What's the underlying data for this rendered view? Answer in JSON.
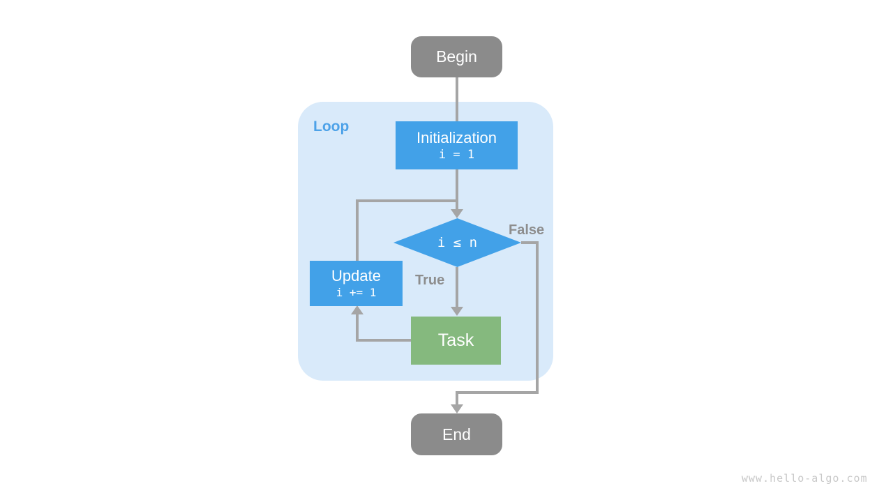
{
  "diagram": {
    "title_context": "loop flowchart",
    "loop_container": {
      "label": "Loop"
    },
    "nodes": {
      "begin": {
        "label": "Begin"
      },
      "initialization": {
        "title": "Initialization",
        "code": "i = 1"
      },
      "condition": {
        "code": "i ≤ n"
      },
      "update": {
        "title": "Update",
        "code": "i += 1"
      },
      "task": {
        "label": "Task"
      },
      "end": {
        "label": "End"
      }
    },
    "edge_labels": {
      "true_branch": "True",
      "false_branch": "False"
    },
    "watermark": "www.hello-algo.com",
    "colors": {
      "terminal_node_gray": "#8b8b8b",
      "process_node_blue": "#42a1e8",
      "task_node_green": "#85b97e",
      "loop_container_blue": "#d9eafa",
      "loop_label_blue": "#4da2e8",
      "edge_line_gray": "#a5a5a5",
      "edge_label_gray": "#8d8d8d",
      "watermark_gray": "#c9c9c9",
      "node_text": "#ffffff",
      "page_background": "#ffffff"
    }
  }
}
